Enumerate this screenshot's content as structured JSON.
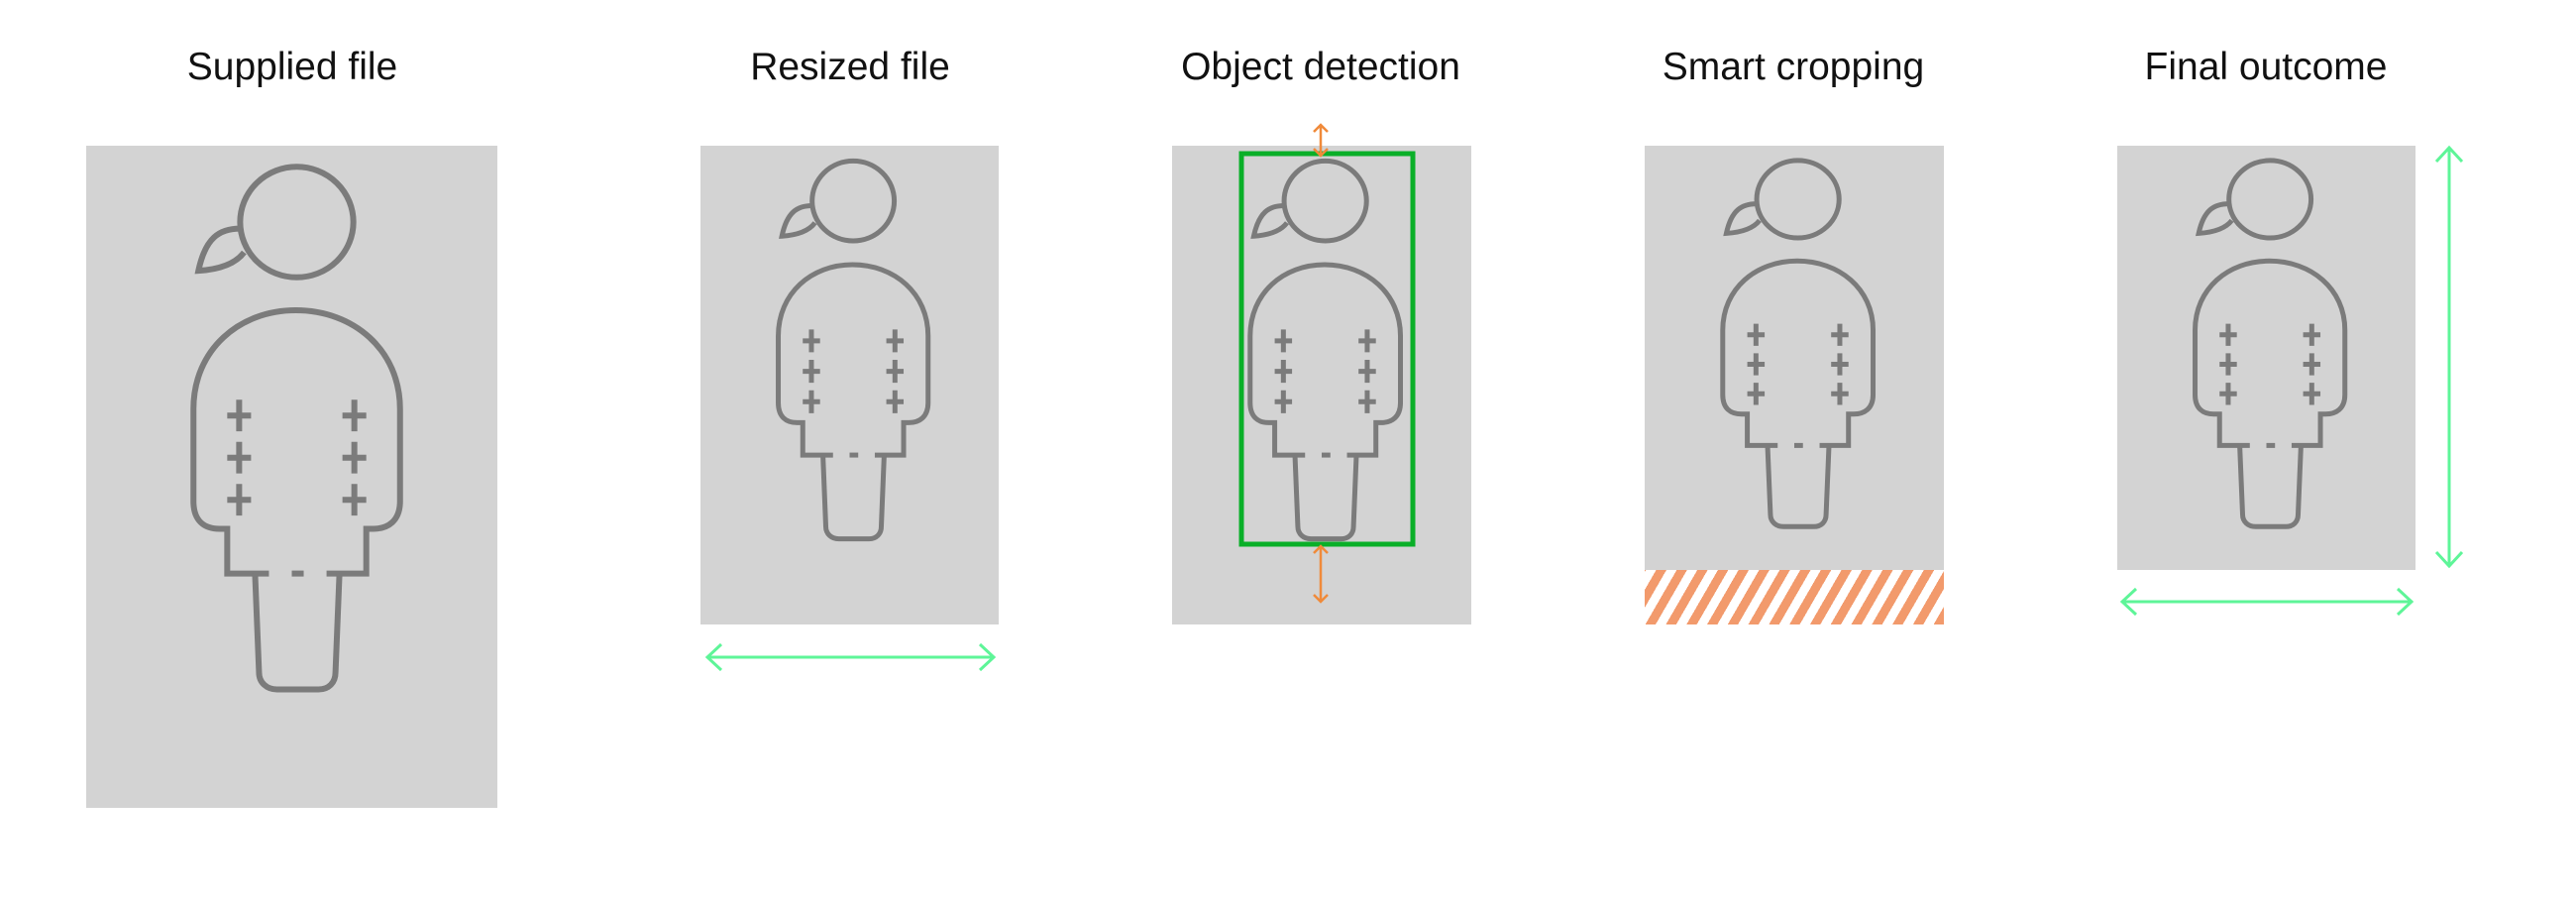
{
  "steps": [
    {
      "title": "Supplied file"
    },
    {
      "title": "Resized file"
    },
    {
      "title": "Object detection"
    },
    {
      "title": "Smart cropping"
    },
    {
      "title": "Final outcome"
    }
  ],
  "colors": {
    "canvas": "#d3d3d3",
    "figure": "#7b7b7b",
    "detection_box": "#0aaf28",
    "dimension_arrow": "#5ef598",
    "adjust_arrow": "#f08a3a",
    "crop_hatch": "#f29a6c"
  }
}
